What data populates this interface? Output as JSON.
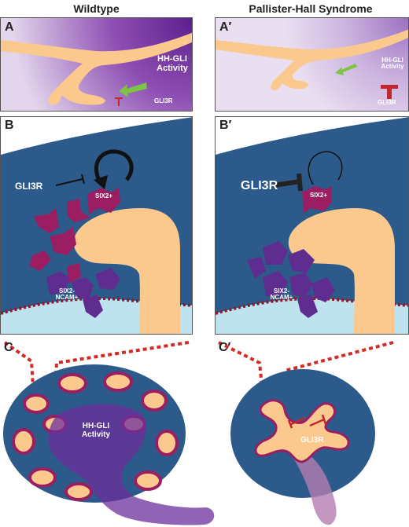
{
  "columns": {
    "wildtype": "Wildtype",
    "phs": "Pallister-Hall Syndrome"
  },
  "panels": {
    "A": "A",
    "A_prime": "A′",
    "B": "B",
    "B_prime": "B′",
    "C": "C",
    "C_prime": "C′"
  },
  "labels": {
    "hh_gli_activity_line1": "HH-GLI",
    "hh_gli_activity_line2": "Activity",
    "gli3r": "GLI3R",
    "six2_pos": "SIX2+",
    "six2_neg": "SIX2-",
    "ncam_pos": "NCAM+",
    "hh_gli_activity": "HH-GLI Activity"
  },
  "colors": {
    "tissue_dark_blue": "#2c5a8a",
    "stalk_orange": "#fbc98e",
    "light_blue": "#bfe3ee",
    "purple_gradient": "#5b1e8c",
    "inhibitor_red": "#c1282e",
    "progenitor_magenta": "#9b1e62",
    "ncam_purple": "#5f2d8f",
    "arrow_green": "#7cc444"
  }
}
